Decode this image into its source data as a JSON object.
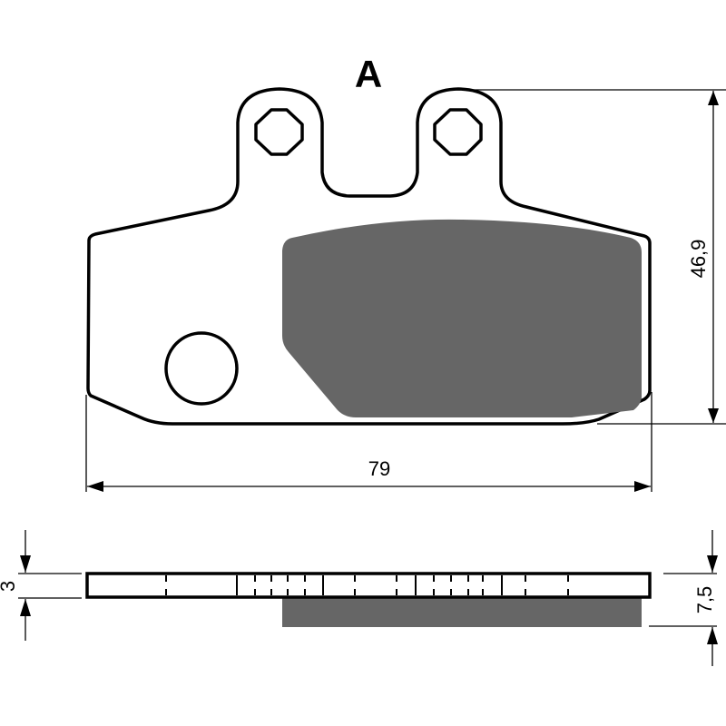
{
  "diagram": {
    "title": "A",
    "subject": "brake pad technical drawing",
    "views": [
      "front-view",
      "side-view"
    ],
    "dimensions": {
      "width": "79",
      "height": "46,9",
      "backplate_thickness": "3",
      "total_thickness": "7,5"
    },
    "colors": {
      "outline": "#000000",
      "friction_material": "#666666",
      "background": "#ffffff"
    }
  }
}
